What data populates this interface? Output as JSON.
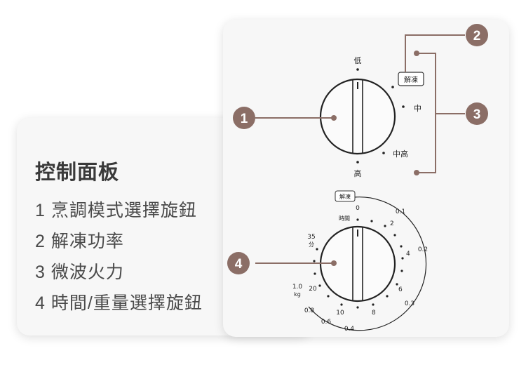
{
  "legend": {
    "title": "控制面板",
    "items": [
      {
        "num": "1",
        "text": "烹調模式選擇旋鈕"
      },
      {
        "num": "2",
        "text": "解凍功率"
      },
      {
        "num": "3",
        "text": "微波火力"
      },
      {
        "num": "4",
        "text": "時間/重量選擇旋鈕"
      }
    ]
  },
  "callouts": [
    "1",
    "2",
    "3",
    "4"
  ],
  "power_knob": {
    "low": "低",
    "defrost": "解凍",
    "medium": "中",
    "medium_high": "中高",
    "high": "高"
  },
  "timer_knob": {
    "defrost_badge": "解凍",
    "time_label": "時間",
    "time_0": "0",
    "time_2": "2",
    "time_4": "4",
    "time_6": "6",
    "time_8": "8",
    "time_10": "10",
    "time_20": "20",
    "time_35": "35",
    "time_unit": "分",
    "weight_0_1": "0.1",
    "weight_0_2": "0.2",
    "weight_0_3": "0.3",
    "weight_0_4": "0.4",
    "weight_0_6": "0.6",
    "weight_0_8": "0.8",
    "weight_1_0": "1.0",
    "weight_unit": "kg"
  },
  "colors": {
    "callout": "#8b6e66",
    "leader": "#8b6e66",
    "knob_stroke": "#222222",
    "card_bg": "#f7f7f7"
  }
}
